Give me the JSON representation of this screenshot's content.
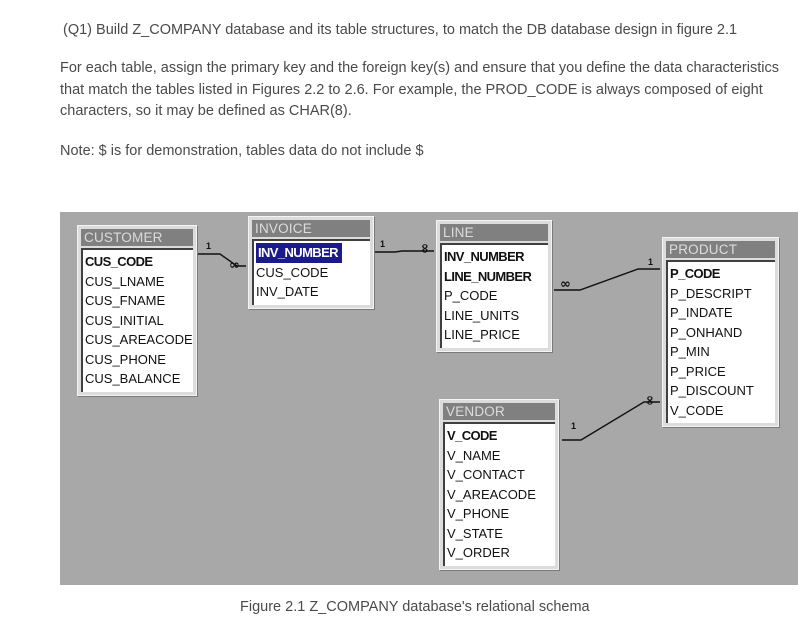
{
  "question": {
    "title": "(Q1) Build Z_COMPANY database and its table structures, to match the DB database design in figure 2.1",
    "instructions": "For each table, assign the primary key and the foreign key(s) and ensure that you define the data characteristics that match the tables listed in Figures 2.2 to 2.6. For example, the PROD_CODE is always composed of eight characters, so it may be defined as CHAR(8).",
    "note": "Note: $ is for demonstration, tables data do not include $"
  },
  "tables": {
    "customer": {
      "name": "CUSTOMER",
      "fields": [
        "CUS_CODE",
        "CUS_LNAME",
        "CUS_FNAME",
        "CUS_INITIAL",
        "CUS_AREACODE",
        "CUS_PHONE",
        "CUS_BALANCE"
      ]
    },
    "invoice": {
      "name": "INVOICE",
      "fields": [
        "INV_NUMBER",
        "CUS_CODE",
        "INV_DATE"
      ]
    },
    "line": {
      "name": "LINE",
      "fields": [
        "INV_NUMBER",
        "LINE_NUMBER",
        "P_CODE",
        "LINE_UNITS",
        "LINE_PRICE"
      ]
    },
    "product": {
      "name": "PRODUCT",
      "fields": [
        "P_CODE",
        "P_DESCRIPT",
        "P_INDATE",
        "P_ONHAND",
        "P_MIN",
        "P_PRICE",
        "P_DISCOUNT",
        "V_CODE"
      ]
    },
    "vendor": {
      "name": "VENDOR",
      "fields": [
        "V_CODE",
        "V_NAME",
        "V_CONTACT",
        "V_AREACODE",
        "V_PHONE",
        "V_STATE",
        "V_ORDER"
      ]
    }
  },
  "relationships": [
    {
      "from": "CUSTOMER",
      "to": "INVOICE",
      "one": "1",
      "many": "∞"
    },
    {
      "from": "INVOICE",
      "to": "LINE",
      "one": "1",
      "many": "∞"
    },
    {
      "from": "PRODUCT",
      "to": "LINE",
      "one": "1",
      "many": "∞"
    },
    {
      "from": "VENDOR",
      "to": "PRODUCT",
      "one": "1",
      "many": "∞"
    }
  ],
  "caption": "Figure 2.1  Z_COMPANY database's relational schema",
  "colors": {
    "diagram_bg": "#a8a8a8",
    "title_bar": "#808080",
    "selection": "#1a1a8c"
  }
}
